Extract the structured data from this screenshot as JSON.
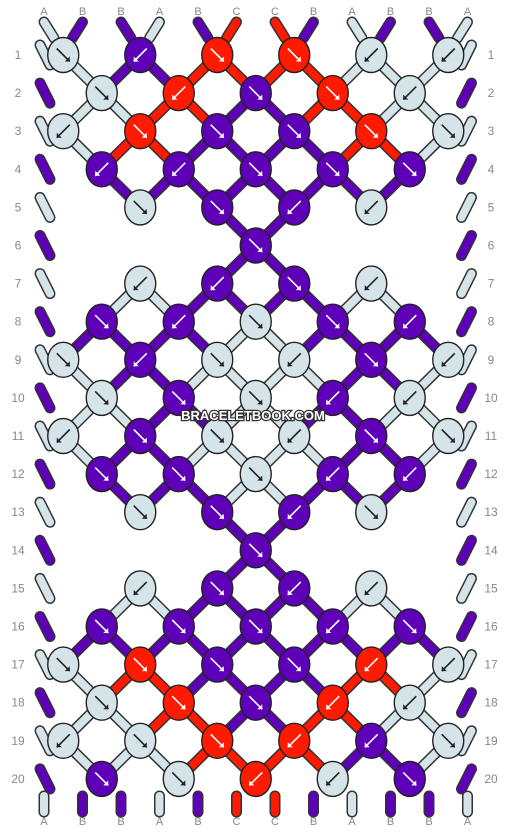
{
  "watermark": "BRACELETBOOK.COM",
  "colors": {
    "A": "#d4e4e8",
    "B": "#5d00b8",
    "C": "#ff1a00"
  },
  "outline": "#222222",
  "strings": [
    "A",
    "B",
    "B",
    "A",
    "B",
    "C",
    "C",
    "B",
    "A",
    "B",
    "B",
    "A"
  ],
  "row_numbers": [
    "1",
    "2",
    "3",
    "4",
    "5",
    "6",
    "7",
    "8",
    "9",
    "10",
    "11",
    "12",
    "13",
    "14",
    "15",
    "16",
    "17",
    "18",
    "19",
    "20"
  ],
  "rows": [
    [
      [
        "A",
        "f"
      ],
      [
        "B",
        "b"
      ],
      [
        "C",
        "f"
      ],
      [
        "C",
        "f"
      ],
      [
        "A",
        "b"
      ],
      [
        "A",
        "b"
      ]
    ],
    [
      [
        "A",
        "f"
      ],
      [
        "C",
        "b"
      ],
      [
        "B",
        "f"
      ],
      [
        "C",
        "f"
      ],
      [
        "A",
        "b"
      ]
    ],
    [
      [
        "A",
        "b"
      ],
      [
        "C",
        "f"
      ],
      [
        "B",
        "f"
      ],
      [
        "B",
        "f"
      ],
      [
        "C",
        "f"
      ],
      [
        "A",
        "f"
      ]
    ],
    [
      [
        "B",
        "b"
      ],
      [
        "B",
        "b"
      ],
      [
        "B",
        "f"
      ],
      [
        "B",
        "f"
      ],
      [
        "B",
        "f"
      ]
    ],
    [
      [
        "A",
        "f"
      ],
      [
        "B",
        "f"
      ],
      [
        "B",
        "b"
      ],
      [
        "A",
        "b"
      ]
    ],
    [
      [
        "B",
        "f"
      ]
    ],
    [
      [
        "A",
        "b"
      ],
      [
        "B",
        "b"
      ],
      [
        "B",
        "f"
      ],
      [
        "A",
        "b"
      ]
    ],
    [
      [
        "B",
        "f"
      ],
      [
        "B",
        "b"
      ],
      [
        "A",
        "f"
      ],
      [
        "B",
        "f"
      ],
      [
        "B",
        "b"
      ]
    ],
    [
      [
        "A",
        "f"
      ],
      [
        "B",
        "b"
      ],
      [
        "A",
        "f"
      ],
      [
        "A",
        "b"
      ],
      [
        "B",
        "f"
      ],
      [
        "A",
        "b"
      ]
    ],
    [
      [
        "A",
        "f"
      ],
      [
        "B",
        "f"
      ],
      [
        "A",
        "f"
      ],
      [
        "B",
        "b"
      ],
      [
        "A",
        "b"
      ]
    ],
    [
      [
        "A",
        "b"
      ],
      [
        "B",
        "f"
      ],
      [
        "A",
        "f"
      ],
      [
        "A",
        "b"
      ],
      [
        "B",
        "f"
      ],
      [
        "A",
        "f"
      ]
    ],
    [
      [
        "B",
        "f"
      ],
      [
        "B",
        "f"
      ],
      [
        "A",
        "f"
      ],
      [
        "B",
        "b"
      ],
      [
        "B",
        "b"
      ]
    ],
    [
      [
        "A",
        "f"
      ],
      [
        "B",
        "f"
      ],
      [
        "B",
        "b"
      ],
      [
        "A",
        "f"
      ]
    ],
    [
      [
        "B",
        "f"
      ]
    ],
    [
      [
        "A",
        "b"
      ],
      [
        "B",
        "f"
      ],
      [
        "B",
        "b"
      ],
      [
        "A",
        "b"
      ]
    ],
    [
      [
        "B",
        "f"
      ],
      [
        "B",
        "f"
      ],
      [
        "B",
        "f"
      ],
      [
        "B",
        "b"
      ],
      [
        "B",
        "f"
      ]
    ],
    [
      [
        "A",
        "f"
      ],
      [
        "C",
        "f"
      ],
      [
        "B",
        "f"
      ],
      [
        "B",
        "f"
      ],
      [
        "C",
        "b"
      ],
      [
        "A",
        "b"
      ]
    ],
    [
      [
        "A",
        "f"
      ],
      [
        "C",
        "f"
      ],
      [
        "B",
        "f"
      ],
      [
        "C",
        "b"
      ],
      [
        "A",
        "b"
      ]
    ],
    [
      [
        "A",
        "b"
      ],
      [
        "A",
        "f"
      ],
      [
        "C",
        "f"
      ],
      [
        "C",
        "b"
      ],
      [
        "B",
        "b"
      ],
      [
        "A",
        "f"
      ]
    ],
    [
      [
        "B",
        "f"
      ],
      [
        "A",
        "f"
      ],
      [
        "C",
        "b"
      ],
      [
        "A",
        "b"
      ],
      [
        "B",
        "f"
      ]
    ]
  ]
}
